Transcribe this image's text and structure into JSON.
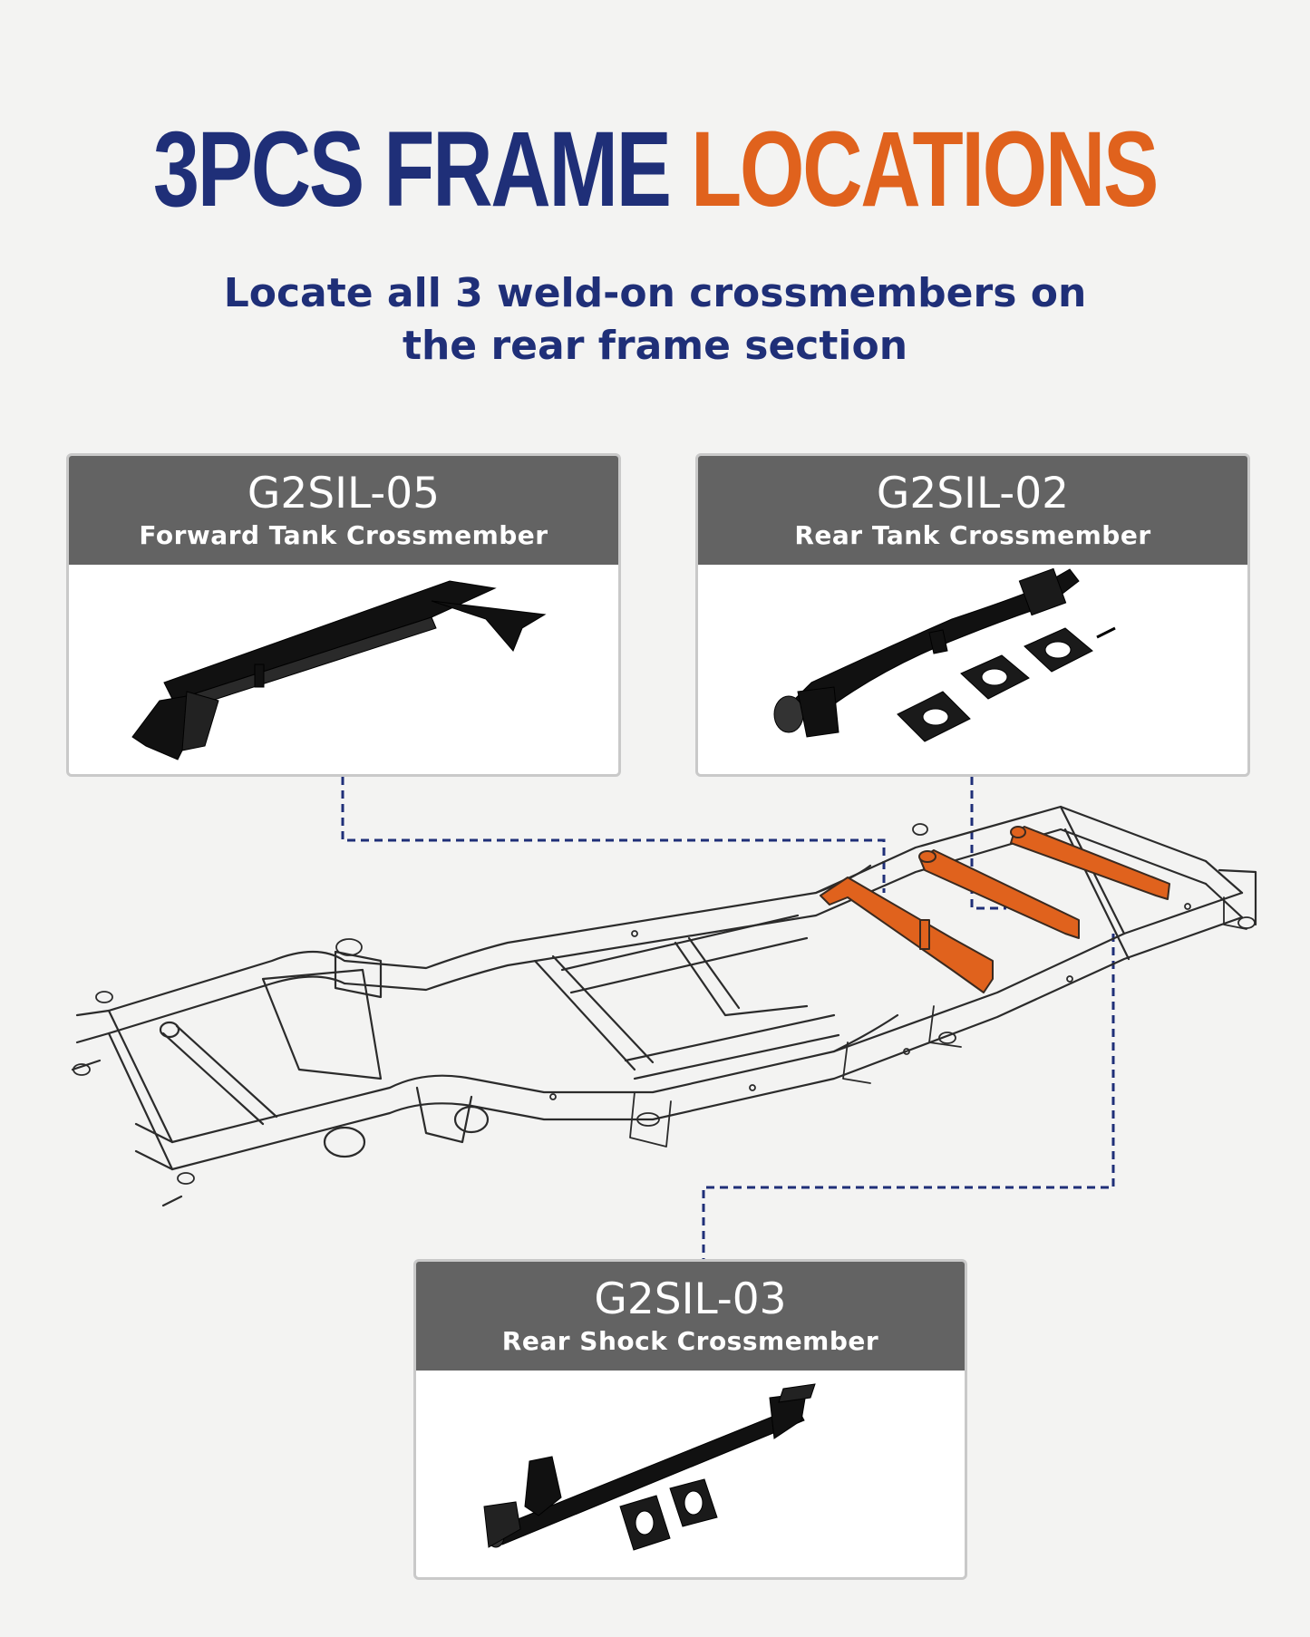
{
  "title": {
    "part1": "3PCS FRAME",
    "part2": "LOCATIONS"
  },
  "subtitle": {
    "line1": "Locate all 3 weld-on crossmembers on",
    "line2": "the rear frame section"
  },
  "colors": {
    "title_blue": "#1f2f78",
    "title_orange": "#e0621d",
    "card_header": "#636363",
    "highlight_orange": "#e0621d",
    "connector_blue": "#1f2f78"
  },
  "cards": [
    {
      "code": "G2SIL-05",
      "name": "Forward Tank Crossmember"
    },
    {
      "code": "G2SIL-02",
      "name": "Rear Tank Crossmember"
    },
    {
      "code": "G2SIL-03",
      "name": "Rear Shock Crossmember"
    }
  ]
}
